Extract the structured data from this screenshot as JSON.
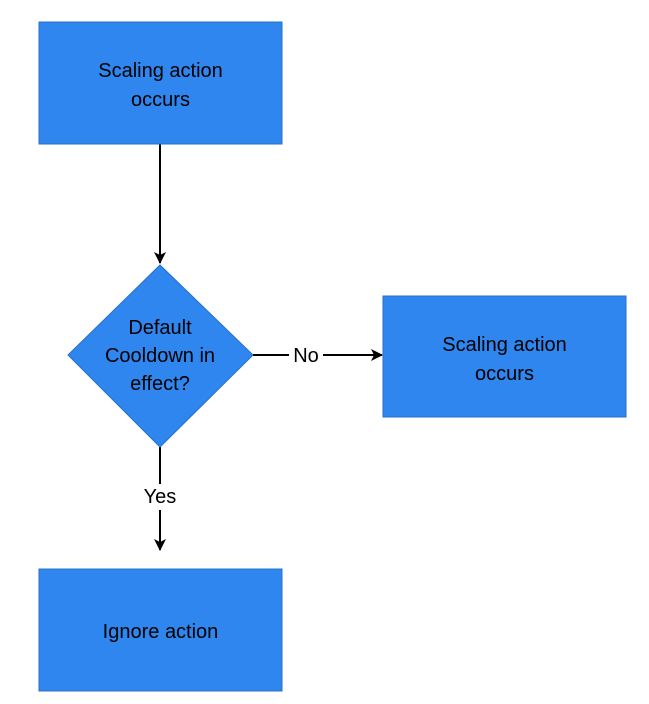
{
  "colors": {
    "node_fill": "#2f86ee",
    "node_stroke": "#2870c8",
    "edge": "#000000",
    "background": "#ffffff"
  },
  "nodes": {
    "start": {
      "shape": "rectangle",
      "line1": "Scaling action",
      "line2": "occurs"
    },
    "decision": {
      "shape": "diamond",
      "line1": "Default",
      "line2": "Cooldown in",
      "line3": "effect?"
    },
    "scale": {
      "shape": "rectangle",
      "line1": "Scaling action",
      "line2": "occurs"
    },
    "ignore": {
      "shape": "rectangle",
      "line1": "Ignore action"
    }
  },
  "edges": {
    "start_to_decision": {
      "from": "start",
      "to": "decision",
      "label": ""
    },
    "decision_to_scale": {
      "from": "decision",
      "to": "scale",
      "label": "No"
    },
    "decision_to_ignore": {
      "from": "decision",
      "to": "ignore",
      "label": "Yes"
    }
  }
}
